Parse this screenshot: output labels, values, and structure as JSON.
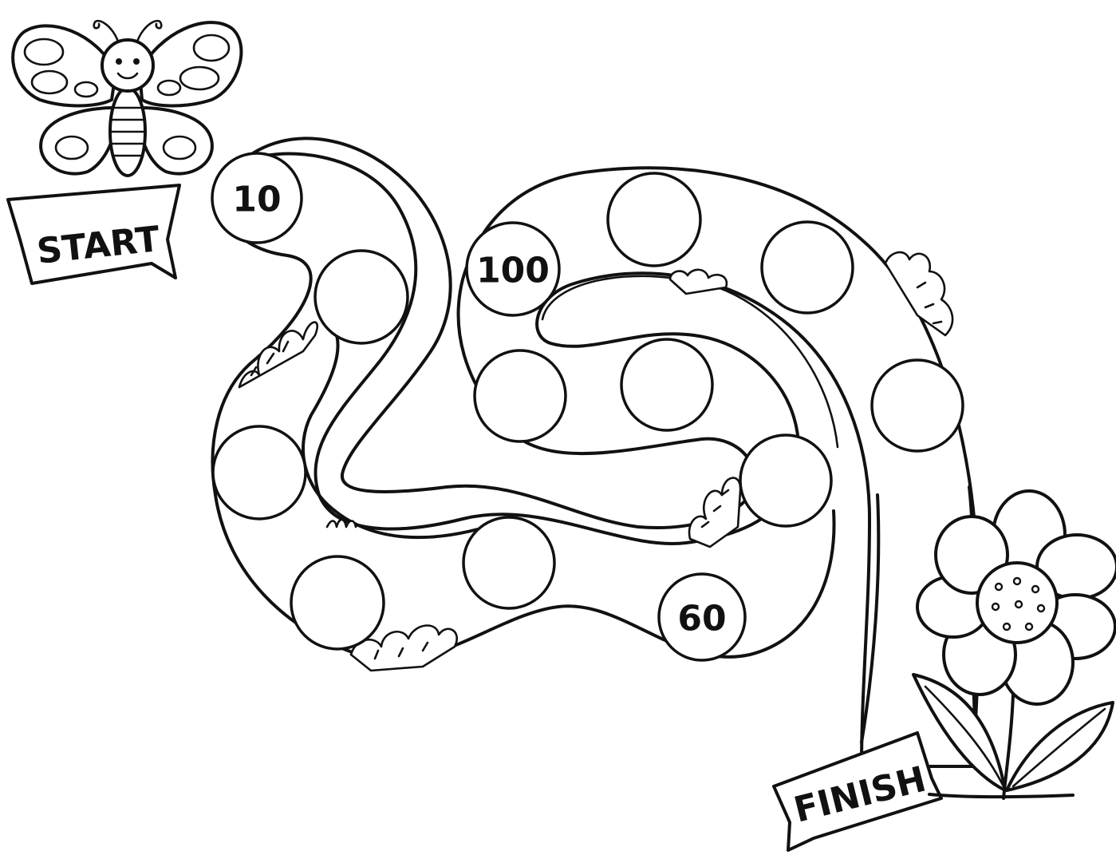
{
  "labels": {
    "start": "START",
    "finish": "FINISH"
  },
  "spaces": [
    {
      "id": 1,
      "label": "10"
    },
    {
      "id": 2,
      "label": ""
    },
    {
      "id": 3,
      "label": ""
    },
    {
      "id": 4,
      "label": ""
    },
    {
      "id": 5,
      "label": ""
    },
    {
      "id": 6,
      "label": "60"
    },
    {
      "id": 7,
      "label": ""
    },
    {
      "id": 8,
      "label": ""
    },
    {
      "id": 9,
      "label": ""
    },
    {
      "id": 10,
      "label": "100"
    },
    {
      "id": 11,
      "label": ""
    },
    {
      "id": 12,
      "label": ""
    },
    {
      "id": 13,
      "label": ""
    },
    {
      "id": 14,
      "label": ""
    }
  ],
  "icons": {
    "start_character": "butterfly-icon",
    "finish_character": "flower-icon"
  },
  "colors": {
    "ink": "#111111",
    "paper": "#ffffff"
  }
}
